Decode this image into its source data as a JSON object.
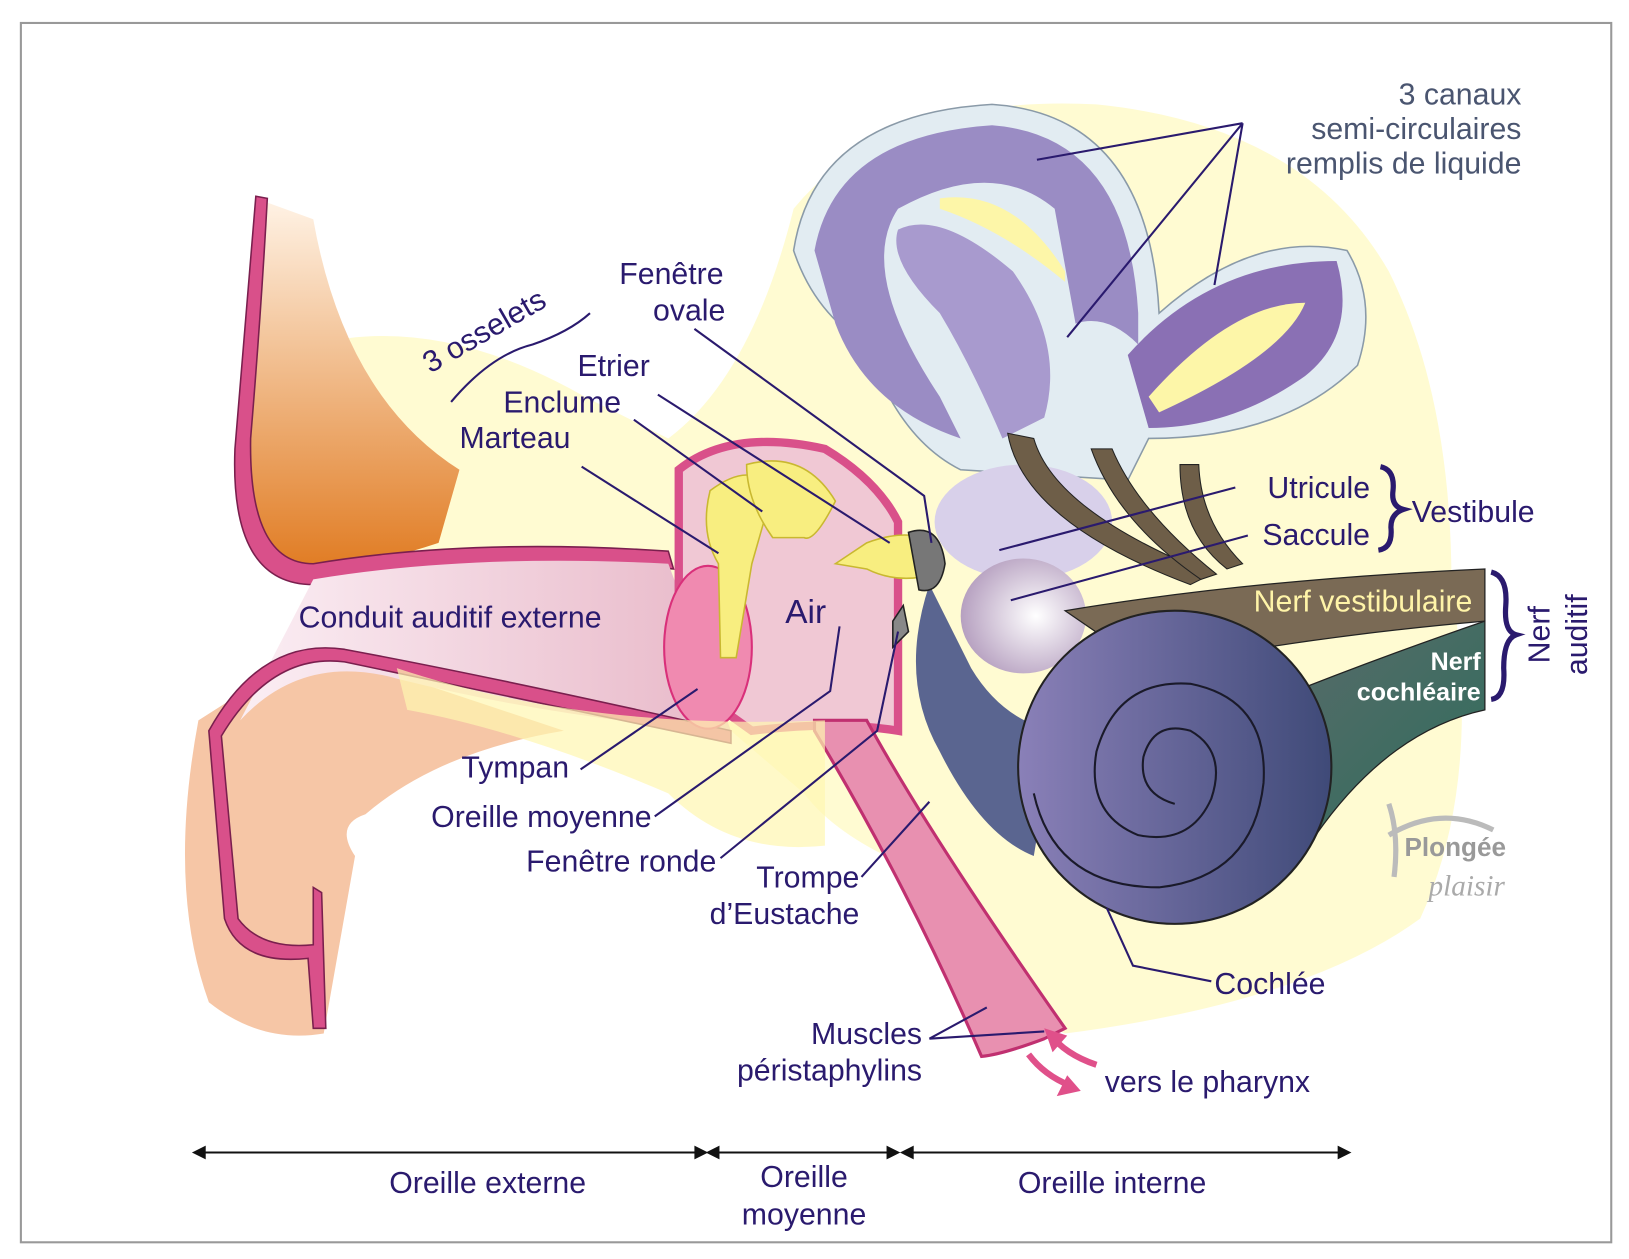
{
  "labels": {
    "semicircular_canals": [
      "3 canaux",
      "semi-circulaires",
      "remplis de liquide"
    ],
    "ossicles": "3 osselets",
    "oval_window": [
      "Fenêtre",
      "ovale"
    ],
    "stapes": "Etrier",
    "incus": "Enclume",
    "malleus": "Marteau",
    "utricle": "Utricule",
    "saccule": "Saccule",
    "vestibule": "Vestibule",
    "vestibular_nerve": "Nerf vestibulaire",
    "cochlear_nerve": [
      "Nerf",
      "cochléaire"
    ],
    "auditory_nerve": [
      "Nerf",
      "auditif"
    ],
    "ear_canal": "Conduit auditif externe",
    "air": "Air",
    "eardrum": "Tympan",
    "middle_ear_label": "Oreille moyenne",
    "round_window": "Fenêtre ronde",
    "eustachian_tube": [
      "Trompe",
      "d’Eustache"
    ],
    "cochlea": "Cochlée",
    "muscles": [
      "Muscles",
      "péristaphylins"
    ],
    "pharynx": "vers le pharynx"
  },
  "sections": {
    "outer": "Oreille externe",
    "middle": [
      "Oreille",
      "moyenne"
    ],
    "inner": "Oreille interne"
  },
  "logo": {
    "line1": "Plongée",
    "line2": "plaisir"
  },
  "colors": {
    "text": "#2a1a6e",
    "skin": "#e05a8c",
    "bone": "#fffbd0",
    "canals": "#9a8cc4",
    "cochlea": "#5a5f8e",
    "vestibular_nerve": "#7a6a55",
    "cochlear_nerve": "#3f6a5c"
  }
}
